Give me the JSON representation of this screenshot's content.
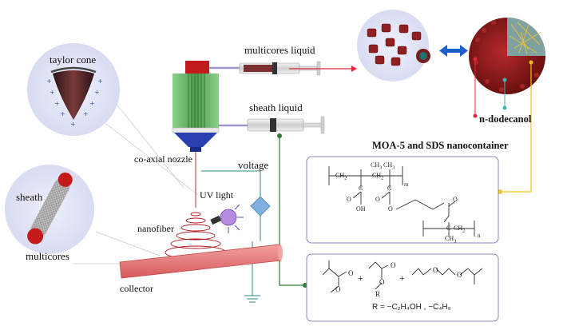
{
  "labels": {
    "taylor_cone": "taylor cone",
    "sheath": "sheath",
    "multicores": "multicores",
    "multicores_liquid": "multicores liquid",
    "sheath_liquid": "sheath liquid",
    "coaxial_nozzle": "co-axial nozzle",
    "voltage": "voltage",
    "uv_light": "UV light",
    "nanofiber": "nanofiber",
    "collector": "collector",
    "n_dodecanol": "n-dodecanol",
    "nanocontainer": "MOA-5 and SDS  nanocontainer"
  },
  "polymer_box": {
    "ch3_a": "CH",
    "ch3_b": "CH",
    "ch3_c": "CH",
    "ch2_a": "CH",
    "ch2_b": "CH",
    "ch2_c": "CH",
    "c_a": "C",
    "c_b": "C",
    "c_c": "C",
    "oh": "OH",
    "o1": "O",
    "o2": "O",
    "o3": "O",
    "o4": "O",
    "sub_2": "2",
    "sub_3": "3",
    "sub_m": "m",
    "sub_n": "n"
  },
  "monomer_box": {
    "plus1": "+",
    "plus2": "+",
    "r_label": "R",
    "o_a": "O",
    "o_b": "O",
    "o_c": "O",
    "o_d": "O",
    "o_e": "O",
    "o_f": "O",
    "r_definition": "R = −C₂H₄OH  ,  −C₄H₉"
  },
  "colors": {
    "fiber_red": "#b01820",
    "container_red": "#8e1a1a",
    "nozzle_green": "#5aa55a",
    "nozzle_blue": "#2a3fb0",
    "box_border": "#8c84c0",
    "wire_green": "#2e7d32",
    "wire_yellow": "#f2c21b",
    "wire_red": "#e0283c",
    "wire_teal": "#44b3b3",
    "arrow_blue": "#1a5fc8",
    "collector_pink": "#e87070",
    "bubble_bg": "#e4e6f6"
  }
}
